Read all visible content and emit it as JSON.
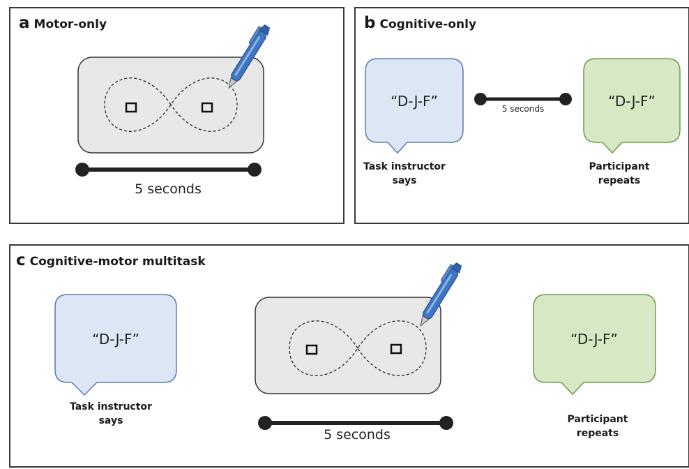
{
  "panels": {
    "a": {
      "letter": "a",
      "title": "Motor-only",
      "timeline_label": "5 seconds"
    },
    "b": {
      "letter": "b",
      "title": "Cognitive-only",
      "instructor_bubble": "“D-J-F”",
      "participant_bubble": "“D-J-F”",
      "timeline_label": "5 seconds",
      "instructor_caption": [
        "Task instructor",
        "says"
      ],
      "participant_caption": [
        "Participant",
        "repeats"
      ]
    },
    "c": {
      "letter": "c",
      "title": "Cognitive-motor multitask",
      "instructor_bubble": "“D-J-F”",
      "participant_bubble": "“D-J-F”",
      "timeline_label": "5 seconds",
      "instructor_caption": [
        "Task instructor",
        "says"
      ],
      "participant_caption": [
        "Participant",
        "repeats"
      ]
    }
  },
  "colors": {
    "instructor_bubble": "#dce6f5",
    "instructor_border": "#5a7ab0",
    "participant_bubble": "#d6e8c4",
    "participant_border": "#6f9a4c",
    "tablet_fill": "#e8e8e8",
    "pen_blue": "#3f76c2"
  },
  "icons": [
    "pen-icon",
    "tablet-icon",
    "figure-eight-path-icon",
    "speech-bubble-icon",
    "timeline-icon"
  ]
}
